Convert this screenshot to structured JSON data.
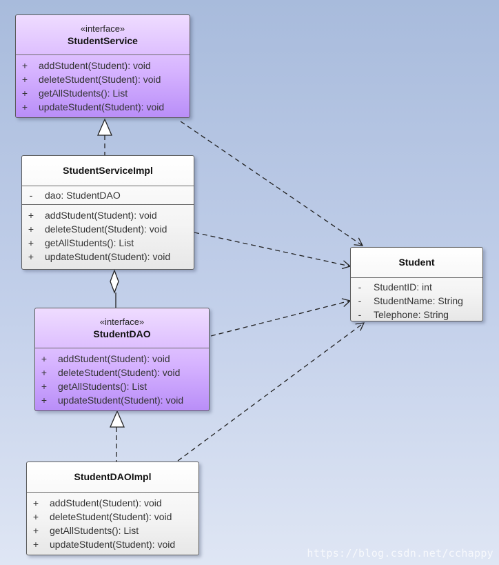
{
  "classes": {
    "student_service": {
      "stereotype": "«interface»",
      "name": "StudentService",
      "operations": [
        {
          "vis": "+",
          "text": "addStudent(Student): void"
        },
        {
          "vis": "+",
          "text": "deleteStudent(Student): void"
        },
        {
          "vis": "+",
          "text": "getAllStudents(): List"
        },
        {
          "vis": "+",
          "text": "updateStudent(Student): void"
        }
      ]
    },
    "student_service_impl": {
      "name": "StudentServiceImpl",
      "attributes": [
        {
          "vis": "-",
          "text": "dao: StudentDAO"
        }
      ],
      "operations": [
        {
          "vis": "+",
          "text": "addStudent(Student): void"
        },
        {
          "vis": "+",
          "text": "deleteStudent(Student): void"
        },
        {
          "vis": "+",
          "text": "getAllStudents(): List"
        },
        {
          "vis": "+",
          "text": "updateStudent(Student): void"
        }
      ]
    },
    "student_dao": {
      "stereotype": "«interface»",
      "name": "StudentDAO",
      "operations": [
        {
          "vis": "+",
          "text": "addStudent(Student): void"
        },
        {
          "vis": "+",
          "text": "deleteStudent(Student): void"
        },
        {
          "vis": "+",
          "text": "getAllStudents(): List"
        },
        {
          "vis": "+",
          "text": "updateStudent(Student): void"
        }
      ]
    },
    "student_dao_impl": {
      "name": "StudentDAOImpl",
      "operations": [
        {
          "vis": "+",
          "text": "addStudent(Student): void"
        },
        {
          "vis": "+",
          "text": "deleteStudent(Student): void"
        },
        {
          "vis": "+",
          "text": "getAllStudents(): List"
        },
        {
          "vis": "+",
          "text": "updateStudent(Student): void"
        }
      ]
    },
    "student": {
      "name": "Student",
      "attributes": [
        {
          "vis": "-",
          "text": "StudentID: int"
        },
        {
          "vis": "-",
          "text": "StudentName: String"
        },
        {
          "vis": "-",
          "text": "Telephone: String"
        }
      ]
    }
  },
  "relationships": [
    {
      "type": "realization",
      "from": "StudentServiceImpl",
      "to": "StudentService"
    },
    {
      "type": "aggregation",
      "from": "StudentServiceImpl",
      "to": "StudentDAO"
    },
    {
      "type": "realization",
      "from": "StudentDAOImpl",
      "to": "StudentDAO"
    },
    {
      "type": "dependency",
      "from": "StudentService",
      "to": "Student"
    },
    {
      "type": "dependency",
      "from": "StudentServiceImpl",
      "to": "Student"
    },
    {
      "type": "dependency",
      "from": "StudentDAO",
      "to": "Student"
    },
    {
      "type": "dependency",
      "from": "StudentDAOImpl",
      "to": "Student"
    }
  ],
  "colors": {
    "interface_fill": "#cfa8ff",
    "class_fill": "#f4f4f4",
    "line": "#222222"
  },
  "watermark": "https://blog.csdn.net/cchappy"
}
